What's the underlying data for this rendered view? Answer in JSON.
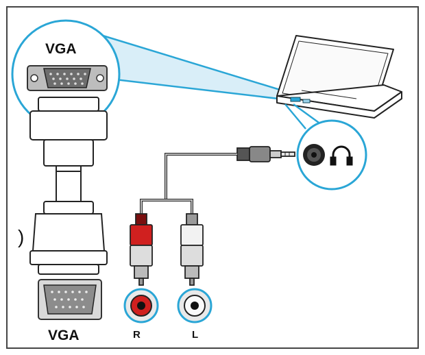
{
  "labels": {
    "vga_top": "VGA",
    "vga_bottom": "VGA",
    "audio_right": "R",
    "audio_left": "L",
    "bracket": ")"
  },
  "icons": [
    "laptop-icon",
    "headphone-icon",
    "vga-port-icon",
    "vga-plug-icon",
    "audio-jack-icon",
    "rca-plug-icon",
    "rca-socket-icon"
  ],
  "colors": {
    "callout_outline": "#2aa6d6",
    "red_connector": "#d0201f",
    "white_connector": "#f2f2f2",
    "line": "#222222"
  }
}
